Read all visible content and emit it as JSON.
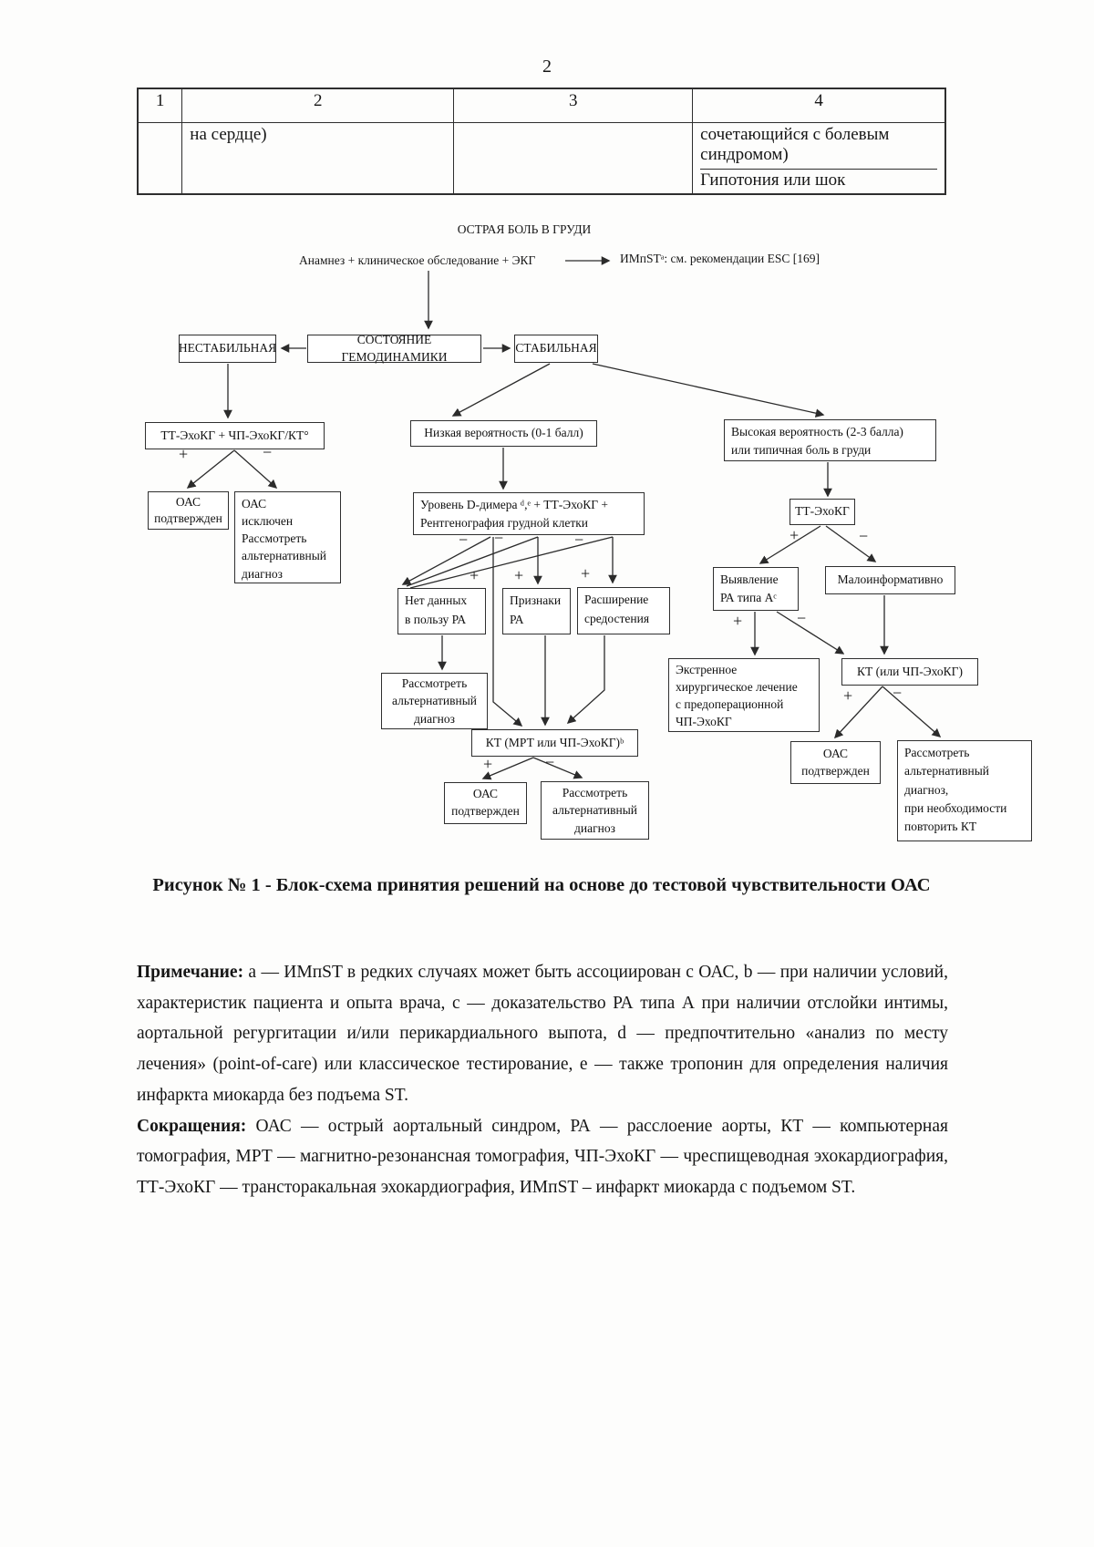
{
  "page": {
    "number": "2"
  },
  "table": {
    "headers": [
      "1",
      "2",
      "3",
      "4"
    ],
    "row": {
      "col2": "на сердце)",
      "col4_line1": "сочетающийся с болевым синдромом)",
      "col4_line2": "Гипотония или шок"
    }
  },
  "flowchart": {
    "title": "ОСТРАЯ БОЛЬ В ГРУДИ",
    "anamnesis": "Анамнез + клиническое обследование + ЭКГ",
    "imst_note": "ИМпSTᵃ: см. рекомендации ESC [169]",
    "nodes": {
      "hemodynamics": "СОСТОЯНИЕ ГЕМОДИНАМИКИ",
      "unstable": "НЕСТАБИЛЬНАЯ",
      "stable": "СТАБИЛЬНАЯ",
      "tte_tee_ct": "ТТ-ЭхоКГ + ЧП-ЭхоКГ/КТ°",
      "oas_confirmed_1": "ОАС\nподтвержден",
      "oas_excluded": "ОАС\nисключен\nРассмотреть\nальтернативный\nдиагноз",
      "low_probability": "Низкая вероятность (0-1 балл)",
      "high_probability": "Высокая вероятность (2-3 балла)\nили типичная боль в груди",
      "d_dimer": "Уровень D-димера ᵈ,ᵉ + ТТ-ЭхоКГ +\nРентгенография грудной клетки",
      "no_data": "Нет данных\nв пользу РА",
      "signs": "Признаки\nРА",
      "widening": "Расширение\nсредостения",
      "consider_alt_1": "Рассмотреть\nальтернативный\nдиагноз",
      "ct_mrt": "КТ (МРТ или ЧП-ЭхоКГ)ᵇ",
      "oas_confirmed_2": "ОАС\nподтвержден",
      "consider_alt_2": "Рассмотреть\nальтернативный\nдиагноз",
      "tte": "ТТ-ЭхоКГ",
      "detection": "Выявление\nРА типа Аᶜ",
      "uninformative": "Малоинформативно",
      "emergency": "Экстренное\nхирургическое лечение\nс предоперационной\nЧП-ЭхоКГ",
      "ct_tee": "КТ (или ЧП-ЭхоКГ)",
      "oas_confirmed_3": "ОАС\nподтвержден",
      "consider_alt_3": "Рассмотреть\nальтернативный\nдиагноз,\nпри необходимости\nповторить КТ"
    },
    "labels": {
      "plus": "+",
      "minus": "−"
    }
  },
  "caption": "Рисунок № 1 - Блок-схема принятия решений на основе до тестовой чувствительности ОАС",
  "note": {
    "label": "Примечание:",
    "text": " a — ИМпST в редких случаях может быть ассоциирован с ОАС, b — при наличии условий, характеристик пациента и опыта врача, c — доказательство РА типа А при наличии отслойки интимы, аортальной регургитации и/или перикардиального выпота, d — предпочтительно «анализ по месту лечения» (point-of-care) или классическое тестирование, e — также тропонин для определения наличия инфаркта миокарда без подъема ST."
  },
  "abbreviations": {
    "label": "Сокращения:",
    "text": " ОАС — острый аортальный синдром, РА — расслоение аорты, КТ — компьютерная томография, МРТ — магнитно-резонансная томография, ЧП-ЭхоКГ — чреспищеводная эхокардиография, ТТ-ЭхоКГ — трансторакальная эхокардиография, ИМпST – инфаркт миокарда с подъемом ST."
  }
}
